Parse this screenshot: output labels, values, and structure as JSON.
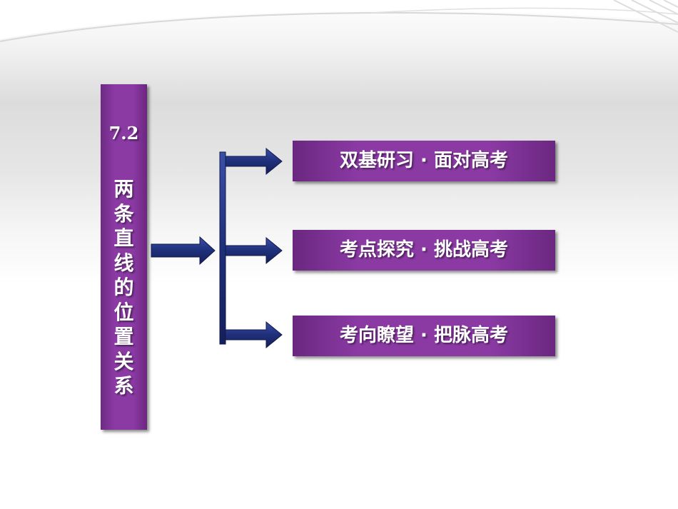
{
  "slide": {
    "title_number": "7.2",
    "title_text": "两\n条\n直\n线\n的\n位\n置\n关\n系"
  },
  "menu": {
    "items": [
      {
        "label": "双基研习 · 面对高考"
      },
      {
        "label": " 考点探究 · 挑战高考"
      },
      {
        "label": "考向瞭望 · 把脉高考"
      }
    ]
  },
  "colors": {
    "box_purple": "#8b3aa4",
    "arrow_navy": "#1f2f7a",
    "text": "#ffffff"
  }
}
